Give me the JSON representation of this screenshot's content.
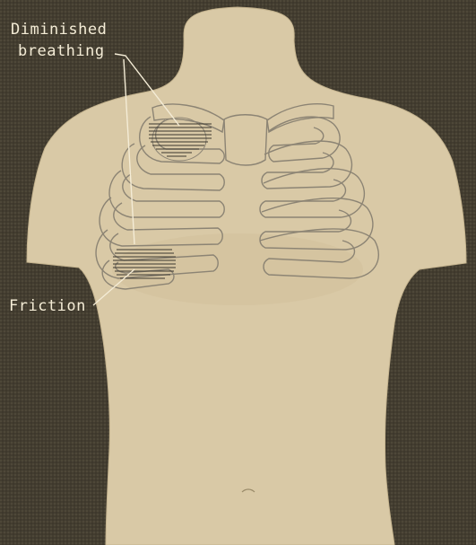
{
  "figure": {
    "annotations": {
      "diminished_line1": "Diminished",
      "diminished_line2": "breathing",
      "friction": "Friction"
    },
    "colors": {
      "background": "#3f3a2e",
      "skin": "#d9c9a6",
      "rib_outline": "#8c8474",
      "label_text": "#f4ecd6"
    }
  }
}
